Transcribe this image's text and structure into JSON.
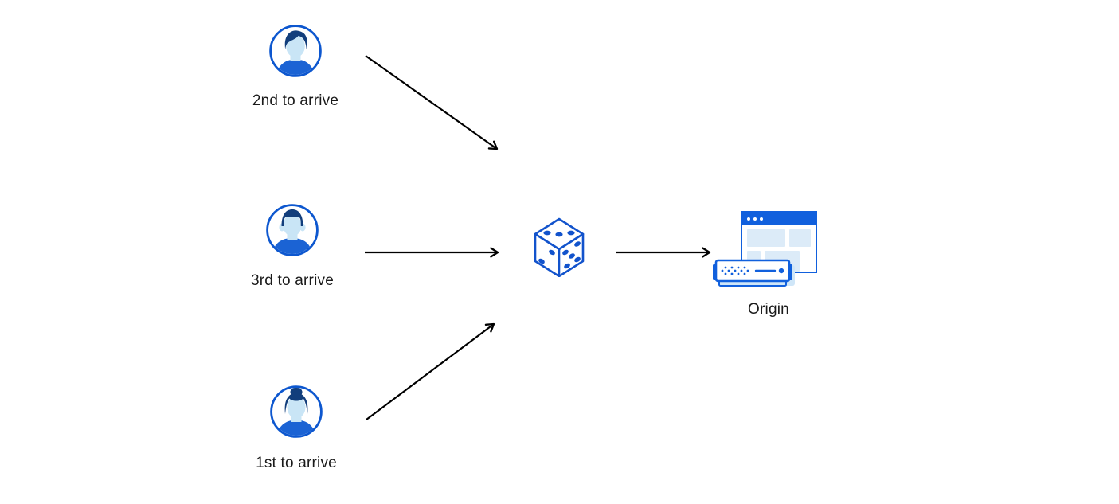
{
  "diagram": {
    "description": "Three clients arriving in random order are routed through a randomizer (dice) to an origin server",
    "nodes": {
      "second_client": {
        "label": "2nd to arrive",
        "icon": "avatar-man-swoop-icon"
      },
      "third_client": {
        "label": "3rd to arrive",
        "icon": "avatar-man-flattop-icon"
      },
      "first_client": {
        "label": "1st to arrive",
        "icon": "avatar-woman-bun-icon"
      },
      "randomizer": {
        "label": "",
        "icon": "dice-icon"
      },
      "origin": {
        "label": "Origin",
        "icon": "origin-server-icon"
      }
    },
    "edges": [
      {
        "from": "second_client",
        "to": "randomizer"
      },
      {
        "from": "third_client",
        "to": "randomizer"
      },
      {
        "from": "first_client",
        "to": "randomizer"
      },
      {
        "from": "randomizer",
        "to": "origin"
      }
    ],
    "colors": {
      "stroke_blue": "#0d57cf",
      "hair_navy": "#123e7c",
      "skin_light_blue": "#c9e5f6",
      "shirt_blue": "#1b63d4",
      "browser_blue": "#1160dd",
      "panel_light_blue": "#dcebf8",
      "server_base_blue": "#cfe6f8",
      "arrow_black": "#000000",
      "text": "#1a1a1a",
      "background": "#ffffff"
    }
  }
}
